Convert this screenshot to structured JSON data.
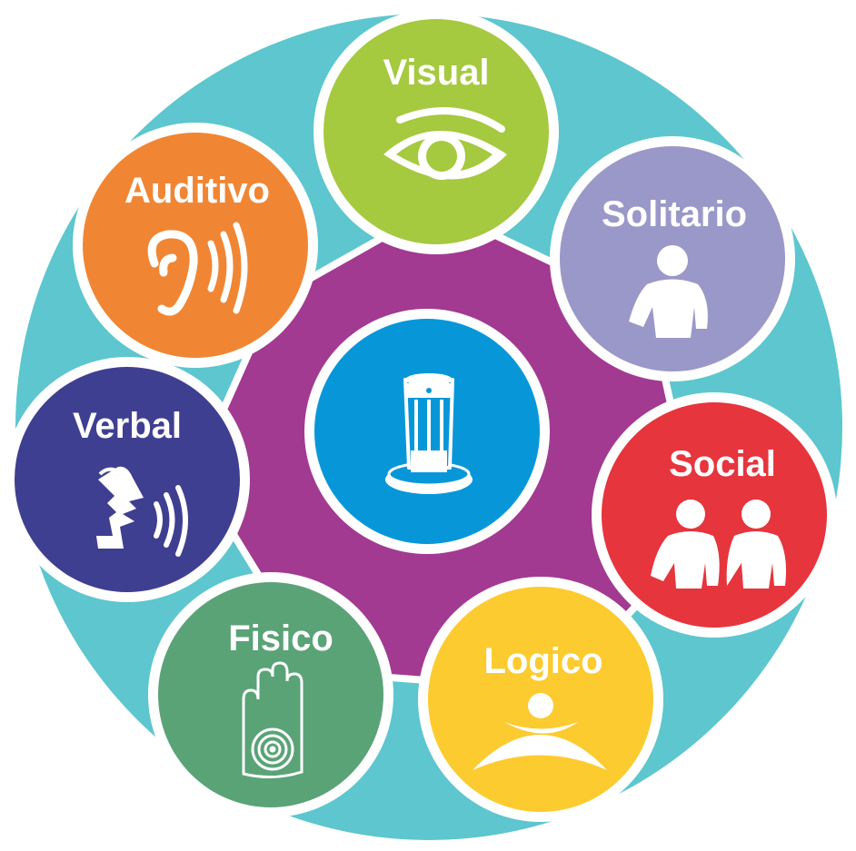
{
  "diagram": {
    "center": {
      "icon": "kiosk-icon",
      "color": "#0797d9"
    },
    "ring_color": "#5dc6ce",
    "hub_color": "#a23a91",
    "nodes": [
      {
        "id": "visual",
        "label": "Visual",
        "icon": "eye-icon",
        "color": "#a5c93f"
      },
      {
        "id": "solitario",
        "label": "Solitario",
        "icon": "person-icon",
        "color": "#9a98c8"
      },
      {
        "id": "social",
        "label": "Social",
        "icon": "two-people-icon",
        "color": "#e6353d"
      },
      {
        "id": "logico",
        "label": "Logico",
        "icon": "smile-figure-icon",
        "color": "#fccb2f"
      },
      {
        "id": "fisico",
        "label": "Fisico",
        "icon": "hand-icon",
        "color": "#5aa377"
      },
      {
        "id": "verbal",
        "label": "Verbal",
        "icon": "speaking-face-icon",
        "color": "#3f3f91"
      },
      {
        "id": "auditivo",
        "label": "Auditivo",
        "icon": "ear-icon",
        "color": "#f08634"
      }
    ]
  }
}
